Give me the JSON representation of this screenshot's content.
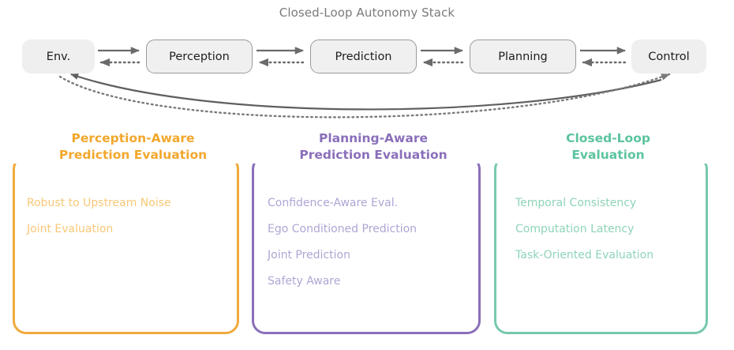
{
  "diagram": {
    "title": "Closed-Loop Autonomy Stack",
    "title_color": "#7b7b7b",
    "pipeline": {
      "stages": [
        {
          "label": "Env.",
          "style": "plain"
        },
        {
          "label": "Perception",
          "style": "bordered"
        },
        {
          "label": "Prediction",
          "style": "bordered"
        },
        {
          "label": "Planning",
          "style": "bordered"
        },
        {
          "label": "Control",
          "style": "plain"
        }
      ],
      "forward_arrow": "solid-arrow-right",
      "feedback_arrow": "dotted-arrow-left",
      "loop_arcs": [
        {
          "name": "solid-feedback-arc",
          "direction": "control-to-env"
        },
        {
          "name": "dotted-feedback-arc",
          "direction": "env-to-control"
        }
      ],
      "arrow_color": "#6b6b6b"
    }
  },
  "panels": [
    {
      "id": "perception-aware",
      "title_line1": "Perception-Aware",
      "title_line2": "Prediction Evaluation",
      "border_color": "#f0a93b",
      "title_color": "#f2a72c",
      "item_color": "#f7c877",
      "items": [
        "Robust to Upstream Noise",
        "Joint Evaluation"
      ]
    },
    {
      "id": "planning-aware",
      "title_line1": "Planning-Aware",
      "title_line2": "Prediction Evaluation",
      "border_color": "#8a6fba",
      "title_color": "#8a6fba",
      "item_color": "#b0a5d4",
      "items": [
        "Confidence-Aware Eval.",
        "Ego Conditioned Prediction",
        "Joint Prediction",
        "Safety Aware"
      ]
    },
    {
      "id": "closed-loop",
      "title_line1": "Closed-Loop",
      "title_line2": "Evaluation",
      "border_color": "#76c9ab",
      "title_color": "#5bc49e",
      "item_color": "#8ed4b8",
      "items": [
        "Temporal Consistency",
        "Computation Latency",
        "Task-Oriented Evaluation"
      ]
    }
  ]
}
